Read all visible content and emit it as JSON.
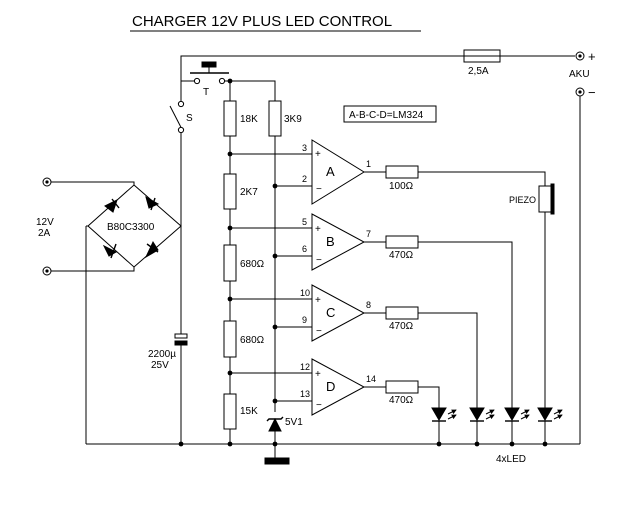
{
  "title": "CHARGER 12V PLUS LED CONTROL",
  "ic_note": "A-B-C-D=LM324",
  "fuse": "2,5A",
  "battery": {
    "label": "AKU",
    "plus": "+",
    "minus": "−"
  },
  "input": {
    "voltage": "12V",
    "current": "2A"
  },
  "bridge": "B80C3300",
  "switch_s": "S",
  "button_t": "T",
  "capacitor": {
    "value": "2200µ",
    "voltage": "25V"
  },
  "divider": [
    "18K",
    "2K7",
    "680Ω",
    "680Ω",
    "15K"
  ],
  "r_zener": "3K9",
  "zener": "5V1",
  "opamps": [
    {
      "name": "A",
      "in_plus": "3",
      "in_minus": "2",
      "out": "1",
      "resistor": "100Ω"
    },
    {
      "name": "B",
      "in_plus": "5",
      "in_minus": "6",
      "out": "7",
      "resistor": "470Ω"
    },
    {
      "name": "C",
      "in_plus": "10",
      "in_minus": "9",
      "out": "8",
      "resistor": "470Ω"
    },
    {
      "name": "D",
      "in_plus": "12",
      "in_minus": "13",
      "out": "14",
      "resistor": "470Ω"
    }
  ],
  "piezo": "PIEZO",
  "led_label": "4xLED"
}
